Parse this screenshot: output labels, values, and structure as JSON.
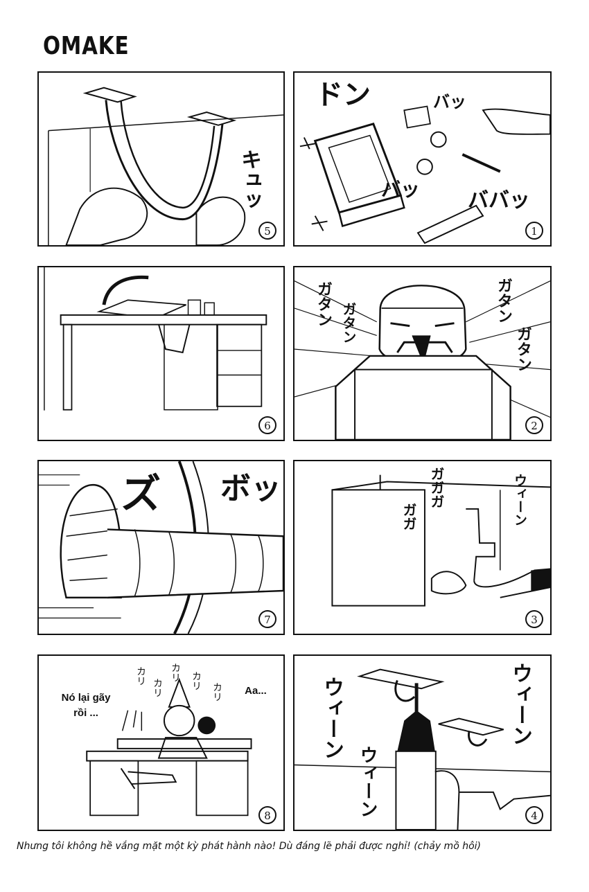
{
  "page": {
    "title": "OMAKE",
    "footnote": "Nhưng tôi không hề vắng mặt một kỳ phát hành nào! Dù đáng lẽ phải được nghỉ! (chảy mồ hôi)"
  },
  "panels": {
    "p5": {
      "number": "5",
      "sfx1": "キュッ"
    },
    "p1": {
      "number": "1",
      "sfx1": "ドン",
      "sfx2": "バッ",
      "sfx3": "バッ",
      "sfx4": "ババッ"
    },
    "p6": {
      "number": "6"
    },
    "p2": {
      "number": "2",
      "sfx1": "ガタン",
      "sfx2": "ガタン",
      "sfx3": "ガタン",
      "sfx4": "ガタン"
    },
    "p7": {
      "number": "7",
      "sfx1": "ズ",
      "sfx2": "ボッ"
    },
    "p3": {
      "number": "3",
      "sfx1": "ガガガ",
      "sfx2": "ガガ",
      "sfx3": "ウィーン"
    },
    "p8": {
      "number": "8",
      "speech1": "Nó lại gãy rồi ...",
      "speech2": "Aa...",
      "sfx1": "カリ",
      "sfx2": "カリ",
      "sfx3": "カリ",
      "sfx4": "カリ",
      "sfx5": "カリ"
    },
    "p4": {
      "number": "4",
      "sfx1": "ウィーン",
      "sfx2": "ウィーン",
      "sfx3": "ウィーン"
    }
  }
}
